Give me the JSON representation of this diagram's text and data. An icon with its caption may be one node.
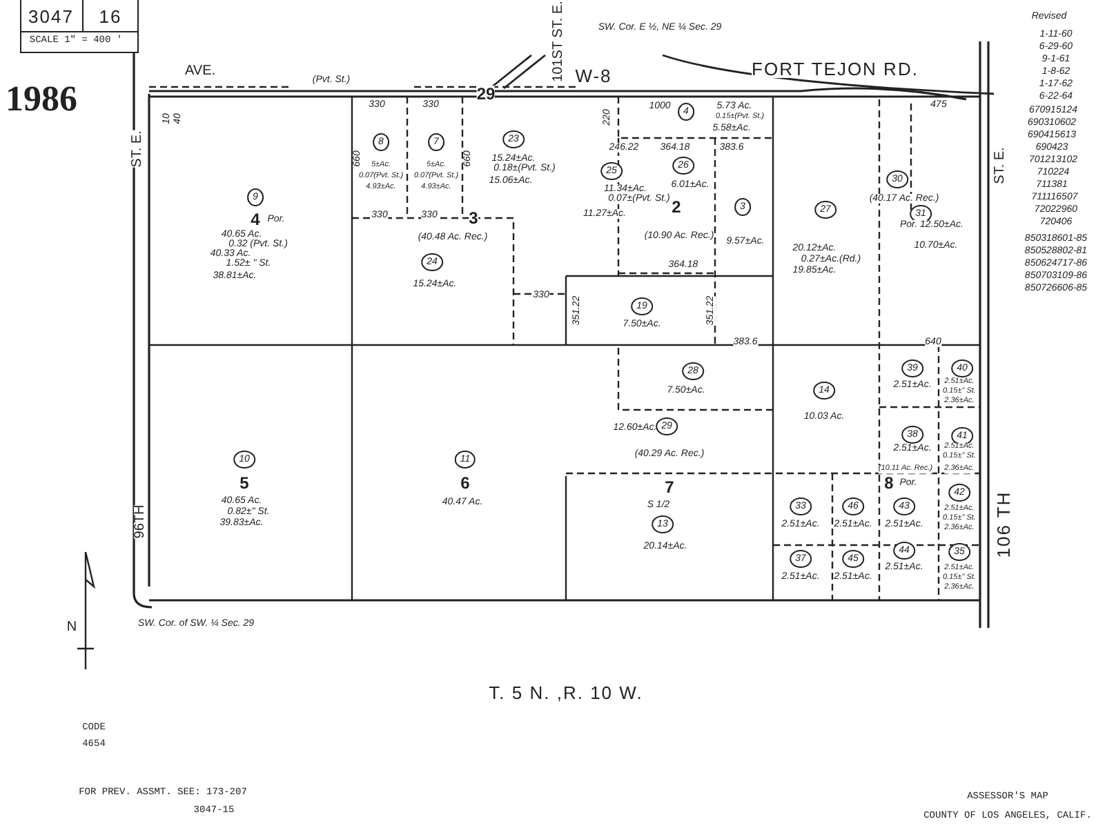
{
  "diagram": {
    "labels": [
      "3047",
      "16",
      "SCALE 1\" = 400 '",
      "1986",
      "AVE.",
      "(Pvt. St.)",
      "101ST ST. E.",
      "W-8",
      "SW. Cor. E ½, NE ¼ Sec. 29",
      "FORT TEJON RD.",
      "Revised",
      "1-11-60",
      "6-29-60",
      "9-1-61",
      "1-8-62",
      "1-17-62",
      "6-22-64",
      "670915124",
      "690310602",
      "690415613",
      "690423",
      "701213102",
      "710224",
      "711381",
      "711116507",
      "72022960",
      "720406",
      "850318601-85",
      "850528802-81",
      "850624717-86",
      "850703109-86",
      "850726606-85",
      "29",
      "10",
      "40",
      "ST. E.",
      "330",
      "330",
      "660",
      "660",
      "8",
      "7",
      "5±Ac.",
      "0.07(Pvt. St.)",
      "4.93±Ac.",
      "5±Ac.",
      "0.07(Pvt. St.)",
      "4.93±Ac.",
      "23",
      "15.24±Ac.",
      "0.18±(Pvt. St.)",
      "15.06±Ac.",
      "220",
      "4",
      "1000",
      "5.73 Ac.",
      "0.15±(Pvt. St.)",
      "5.58±Ac.",
      "246.22",
      "364.18",
      "383.6",
      "475",
      "ST. E.",
      "9",
      "4",
      "Por.",
      "40.65 Ac.",
      "0.32 (Pvt. St.)",
      "40.33 Ac.",
      "1.52± \" St.",
      "38.81±Ac.",
      "330",
      "330",
      "3",
      "(40.48 Ac. Rec.)",
      "24",
      "15.24±Ac.",
      "330",
      "25",
      "11.34±Ac.",
      "0.07±(Pvt. St.)",
      "11.27±Ac.",
      "26",
      "6.01±Ac.",
      "2",
      "(10.90 Ac. Rec.)",
      "3",
      "9.57±Ac.",
      "27",
      "20.12±Ac.",
      "0.27±Ac.(Rd.)",
      "19.85±Ac.",
      "30",
      "(40.17 Ac. Rec.)",
      "31",
      "Por. 12.50±Ac.",
      "10.70±Ac.",
      "364.18",
      "351.22",
      "19",
      "7.50±Ac.",
      "351.22",
      "383.6",
      "640",
      "28",
      "7.50±Ac.",
      "12.60±Ac.",
      "29",
      "(40.29 Ac. Rec.)",
      "14",
      "10.03 Ac.",
      "39",
      "2.51±Ac.",
      "40",
      "2.51±Ac.",
      "0.15±\" St.",
      "2.36±Ac.",
      "38",
      "2.51±Ac.",
      "41",
      "2.51±Ac.",
      "0.15±\" St.",
      "(10.11 Ac. Rec.)",
      "2.36±Ac.",
      "10",
      "5",
      "40.65 Ac.",
      "0.82±\" St.",
      "39.83±Ac.",
      "11",
      "6",
      "40.47 Ac.",
      "96TH",
      "7",
      "8",
      "Por.",
      "S 1/2",
      "13",
      "20.14±Ac.",
      "33",
      "2.51±Ac.",
      "46",
      "2.51±Ac.",
      "43",
      "2.51±Ac.",
      "42",
      "2.51±Ac.",
      "0.15±\" St.",
      "2.36±Ac.",
      "106 TH",
      "37",
      "2.51±Ac.",
      "45",
      "2.51±Ac.",
      "44",
      "2.51±Ac.",
      "35",
      "2.51±Ac.",
      "0.15±\" St.",
      "2.36±Ac.",
      "N",
      "SW. Cor. of SW. ¼ Sec. 29",
      "T. 5 N. ,R. 10 W.",
      "CODE",
      "4654",
      "FOR PREV. ASSMT. SEE: 173-207",
      "3047-15",
      "ASSESSOR'S MAP",
      "COUNTY OF LOS ANGELES, CALIF."
    ]
  }
}
